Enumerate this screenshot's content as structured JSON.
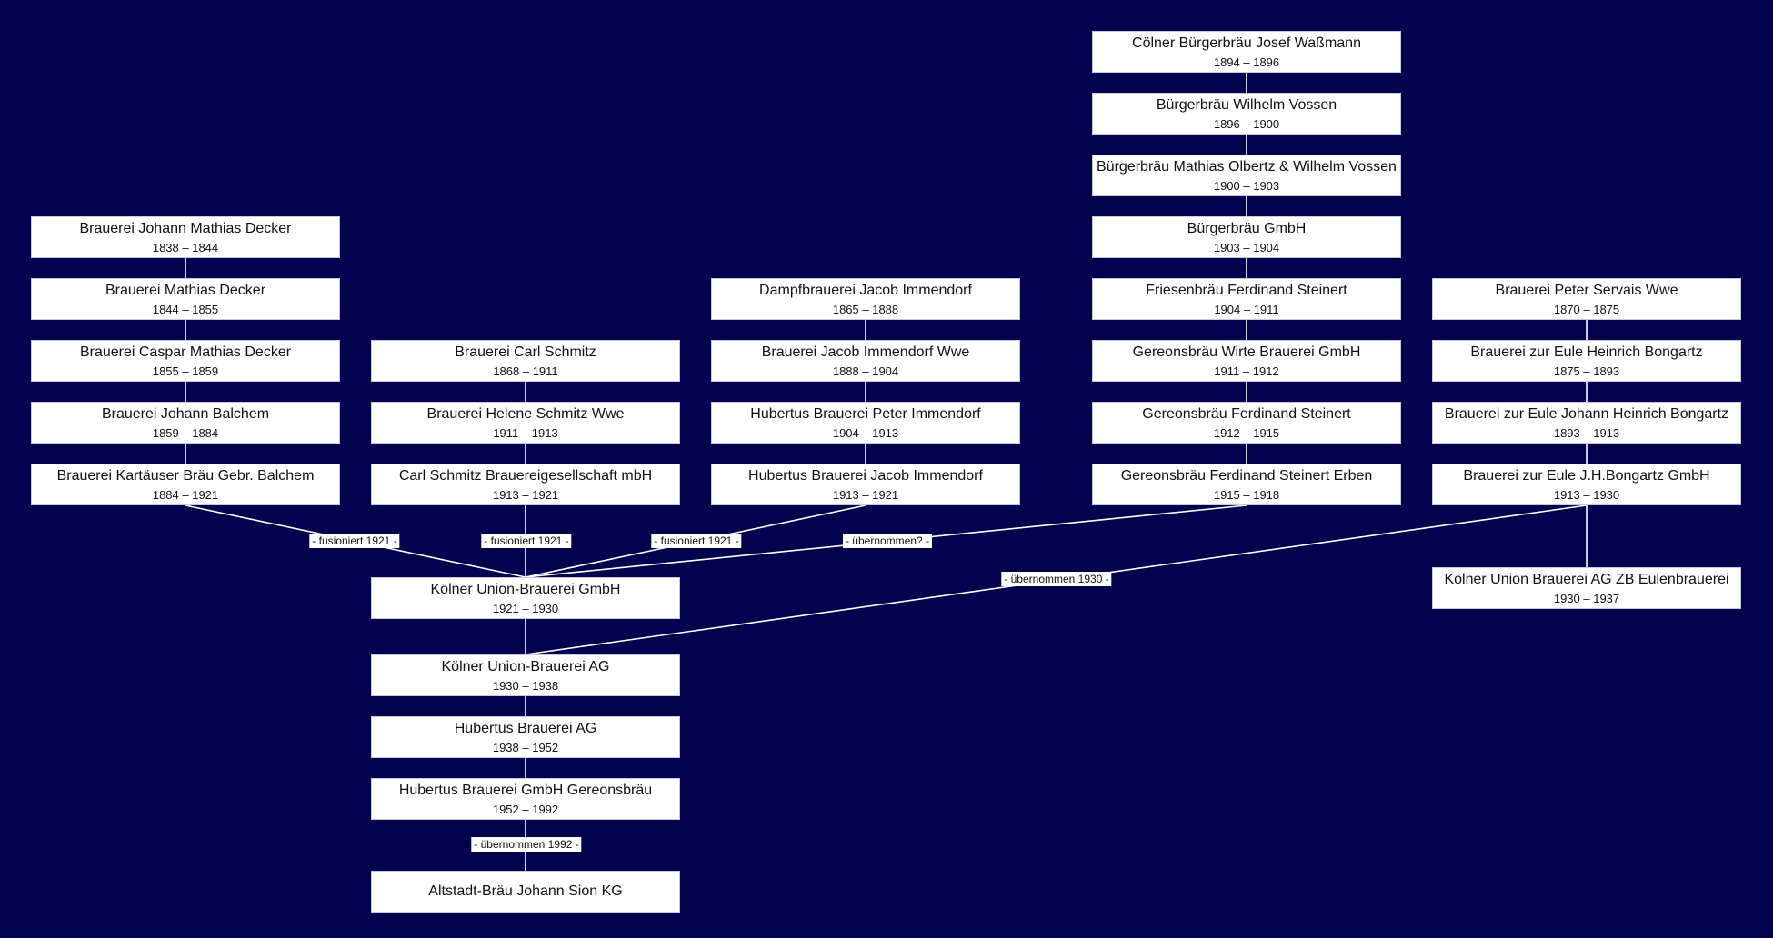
{
  "colors": {
    "background": "#02024e",
    "box": "#ffffff",
    "line": "#ffffff",
    "text": "#111111"
  },
  "nodes": [
    {
      "id": "wassmann",
      "name": "Cölner Bürgerbräu Josef Waßmann",
      "years": "1894 – 1896"
    },
    {
      "id": "vossen",
      "name": "Bürgerbräu Wilhelm Vossen",
      "years": "1896 – 1900"
    },
    {
      "id": "olbertz",
      "name": "Bürgerbräu Mathias Olbertz & Wilhelm Vossen",
      "years": "1900 – 1903"
    },
    {
      "id": "bbgmbh",
      "name": "Bürgerbräu GmbH",
      "years": "1903 – 1904"
    },
    {
      "id": "friesen",
      "name": "Friesenbräu Ferdinand Steinert",
      "years": "1904 – 1911"
    },
    {
      "id": "gwirte",
      "name": "Gereonsbräu Wirte Brauerei GmbH",
      "years": "1911 – 1912"
    },
    {
      "id": "gsteinert",
      "name": "Gereonsbräu Ferdinand Steinert",
      "years": "1912 – 1915"
    },
    {
      "id": "gerben",
      "name": "Gereonsbräu Ferdinand Steinert Erben",
      "years": "1915 – 1918"
    },
    {
      "id": "jmdecker",
      "name": "Brauerei Johann Mathias Decker",
      "years": "1838 – 1844"
    },
    {
      "id": "mdecker",
      "name": "Brauerei Mathias Decker",
      "years": "1844 – 1855"
    },
    {
      "id": "cmdecker",
      "name": "Brauerei Caspar Mathias Decker",
      "years": "1855 – 1859"
    },
    {
      "id": "balchem",
      "name": "Brauerei Johann Balchem",
      "years": "1859 – 1884"
    },
    {
      "id": "kartaeuser",
      "name": "Brauerei Kartäuser Bräu Gebr. Balchem",
      "years": "1884 – 1921"
    },
    {
      "id": "cschmitz",
      "name": "Brauerei Carl Schmitz",
      "years": "1868 – 1911"
    },
    {
      "id": "hschmitz",
      "name": "Brauerei Helene Schmitz Wwe",
      "years": "1911 – 1913"
    },
    {
      "id": "csbg",
      "name": "Carl Schmitz Brauereigesellschaft mbH",
      "years": "1913 – 1921"
    },
    {
      "id": "dampf",
      "name": "Dampfbrauerei Jacob Immendorf",
      "years": "1865 – 1888"
    },
    {
      "id": "jiwwe",
      "name": "Brauerei Jacob Immendorf Wwe",
      "years": "1888 – 1904"
    },
    {
      "id": "hpeter",
      "name": "Hubertus Brauerei Peter Immendorf",
      "years": "1904 – 1913"
    },
    {
      "id": "hjacob",
      "name": "Hubertus Brauerei Jacob Immendorf",
      "years": "1913 – 1921"
    },
    {
      "id": "servais",
      "name": "Brauerei Peter Servais Wwe",
      "years": "1870 – 1875"
    },
    {
      "id": "euleh",
      "name": "Brauerei zur Eule Heinrich Bongartz",
      "years": "1875 – 1893"
    },
    {
      "id": "eulejh",
      "name": "Brauerei zur Eule Johann Heinrich Bongartz",
      "years": "1893 – 1913"
    },
    {
      "id": "eulegmbh",
      "name": "Brauerei zur Eule J.H.Bongartz GmbH",
      "years": "1913 – 1930"
    },
    {
      "id": "kuzb",
      "name": "Kölner Union Brauerei AG ZB Eulenbrauerei",
      "years": "1930 – 1937"
    },
    {
      "id": "kugmbh",
      "name": "Kölner Union-Brauerei GmbH",
      "years": "1921 – 1930"
    },
    {
      "id": "kuag",
      "name": "Kölner Union-Brauerei AG",
      "years": "1930 – 1938"
    },
    {
      "id": "hbag",
      "name": "Hubertus Brauerei AG",
      "years": "1938 – 1952"
    },
    {
      "id": "hbgmbh",
      "name": "Hubertus Brauerei GmbH Gereonsbräu",
      "years": "1952 – 1992"
    },
    {
      "id": "sion",
      "name": "Altstadt-Bräu Johann Sion KG",
      "years": ""
    }
  ],
  "edges": [
    {
      "from": "wassmann",
      "to": "vossen",
      "label": ""
    },
    {
      "from": "vossen",
      "to": "olbertz",
      "label": ""
    },
    {
      "from": "olbertz",
      "to": "bbgmbh",
      "label": ""
    },
    {
      "from": "bbgmbh",
      "to": "friesen",
      "label": ""
    },
    {
      "from": "friesen",
      "to": "gwirte",
      "label": ""
    },
    {
      "from": "gwirte",
      "to": "gsteinert",
      "label": ""
    },
    {
      "from": "gsteinert",
      "to": "gerben",
      "label": ""
    },
    {
      "from": "jmdecker",
      "to": "mdecker",
      "label": ""
    },
    {
      "from": "mdecker",
      "to": "cmdecker",
      "label": ""
    },
    {
      "from": "cmdecker",
      "to": "balchem",
      "label": ""
    },
    {
      "from": "balchem",
      "to": "kartaeuser",
      "label": ""
    },
    {
      "from": "cschmitz",
      "to": "hschmitz",
      "label": ""
    },
    {
      "from": "hschmitz",
      "to": "csbg",
      "label": ""
    },
    {
      "from": "dampf",
      "to": "jiwwe",
      "label": ""
    },
    {
      "from": "jiwwe",
      "to": "hpeter",
      "label": ""
    },
    {
      "from": "hpeter",
      "to": "hjacob",
      "label": ""
    },
    {
      "from": "servais",
      "to": "euleh",
      "label": ""
    },
    {
      "from": "euleh",
      "to": "eulejh",
      "label": ""
    },
    {
      "from": "eulejh",
      "to": "eulegmbh",
      "label": ""
    },
    {
      "from": "eulegmbh",
      "to": "kuzb",
      "label": ""
    },
    {
      "from": "kartaeuser",
      "to": "kugmbh",
      "label": "- fusioniert 1921 -"
    },
    {
      "from": "csbg",
      "to": "kugmbh",
      "label": "- fusioniert 1921 -"
    },
    {
      "from": "hjacob",
      "to": "kugmbh",
      "label": "- fusioniert 1921 -"
    },
    {
      "from": "gerben",
      "to": "kugmbh",
      "label": "- übernommen? -"
    },
    {
      "from": "kugmbh",
      "to": "kuag",
      "label": ""
    },
    {
      "from": "eulegmbh",
      "to": "kuag",
      "label": "- übernommen 1930 -"
    },
    {
      "from": "kuag",
      "to": "hbag",
      "label": ""
    },
    {
      "from": "hbag",
      "to": "hbgmbh",
      "label": ""
    },
    {
      "from": "hbgmbh",
      "to": "sion",
      "label": "- übernommen 1992 -"
    }
  ]
}
